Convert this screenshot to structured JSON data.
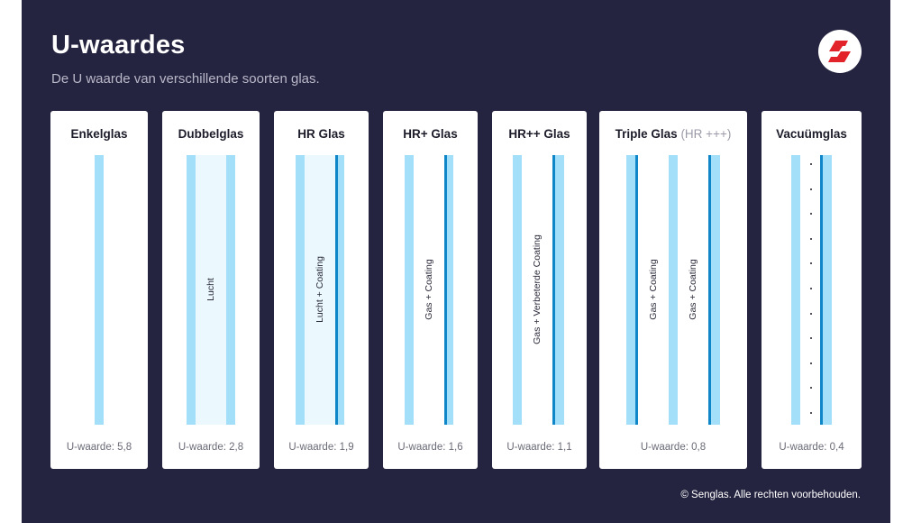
{
  "header": {
    "title": "U-waardes",
    "subtitle": "De U waarde van verschillende soorten glas."
  },
  "brand": {
    "logo_icon": "senglas-s-logo-icon",
    "accent": "#e2232a"
  },
  "colors": {
    "background": "#252440",
    "card": "#ffffff",
    "glass_pane": "#a3dff9",
    "cavity": "#ebf8fd",
    "coating": "#0e86c7"
  },
  "cards": [
    {
      "title": "Enkelglas",
      "u_value": "U-waarde: 5,8"
    },
    {
      "title": "Dubbelglas",
      "gap_label": "Lucht",
      "u_value": "U-waarde: 2,8"
    },
    {
      "title": "HR Glas",
      "gap_label": "Lucht + Coating",
      "u_value": "U-waarde: 1,9"
    },
    {
      "title": "HR+ Glas",
      "gap_label": "Gas + Coating",
      "u_value": "U-waarde: 1,6"
    },
    {
      "title": "HR++ Glas",
      "gap_label": "Gas + Verbeterde Coating",
      "u_value": "U-waarde: 1,1"
    },
    {
      "title": "Triple Glas",
      "title_suffix": "(HR +++)",
      "gap_label_1": "Gas + Coating",
      "gap_label_2": "Gas + Coating",
      "u_value": "U-waarde: 0,8"
    },
    {
      "title": "Vacuümglas",
      "u_value": "U-waarde: 0,4"
    }
  ],
  "footer": {
    "copyright": "© Senglas. Alle rechten voorbehouden."
  }
}
